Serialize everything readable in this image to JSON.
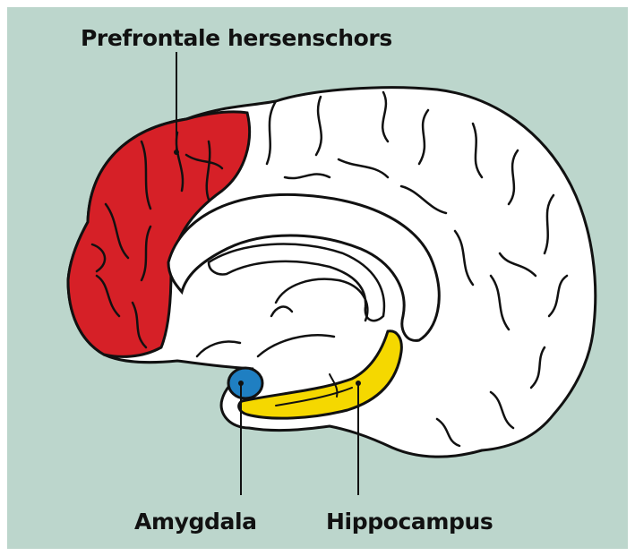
{
  "labels": {
    "prefrontal_cortex": "Prefrontale hersenschors",
    "amygdala": "Amygdala",
    "hippocampus": "Hippocampus"
  },
  "colors": {
    "background": "#bcd6cc",
    "prefrontal_cortex": "#d62027",
    "amygdala": "#1f7fc2",
    "hippocampus": "#f5d800",
    "brain": "#ffffff",
    "outline": "#111111"
  }
}
